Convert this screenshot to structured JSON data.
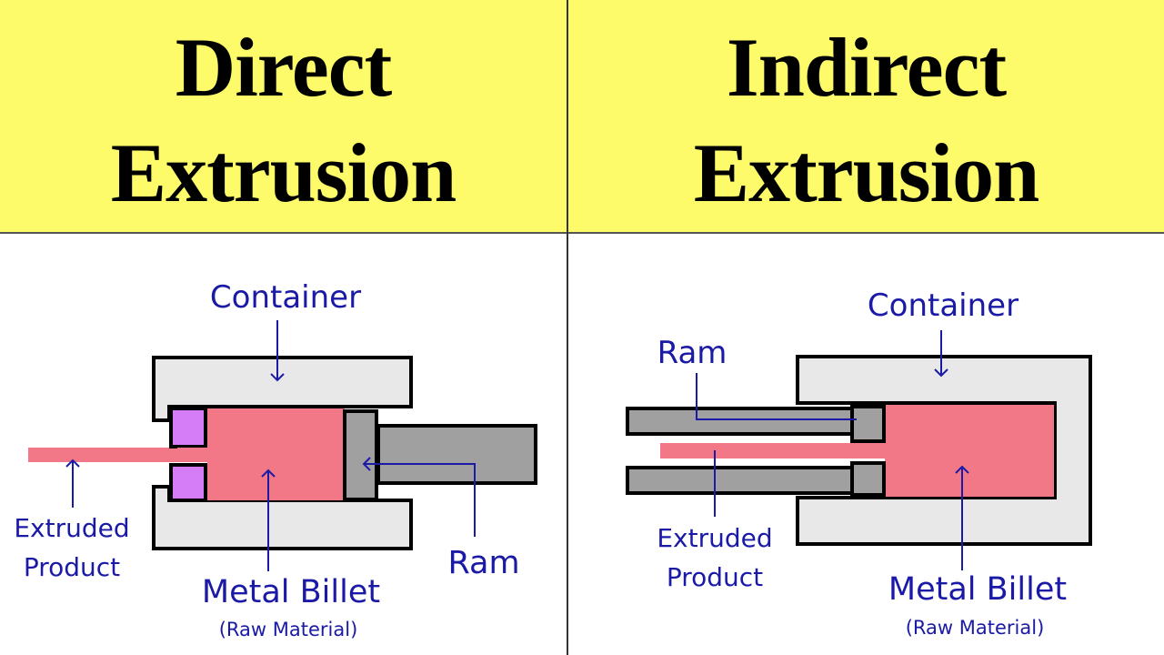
{
  "colors": {
    "header_bg": "#fdfb6a",
    "label_blue": "#1a1aa6",
    "container_fill": "#e8e8e8",
    "billet_fill": "#f27887",
    "ram_fill": "#a0a0a0",
    "die_fill": "#d57df6",
    "outline": "#000000"
  },
  "left_panel": {
    "title_line1": "Direct",
    "title_line2": "Extrusion",
    "labels": {
      "container": "Container",
      "extruded_line1": "Extruded",
      "extruded_line2": "Product",
      "billet": "Metal Billet",
      "billet_sub": "(Raw Material)",
      "ram": "Ram"
    }
  },
  "right_panel": {
    "title_line1": "Indirect",
    "title_line2": "Extrusion",
    "labels": {
      "container": "Container",
      "ram": "Ram",
      "extruded_line1": "Extruded",
      "extruded_line2": "Product",
      "billet": "Metal Billet",
      "billet_sub": "(Raw Material)"
    }
  }
}
